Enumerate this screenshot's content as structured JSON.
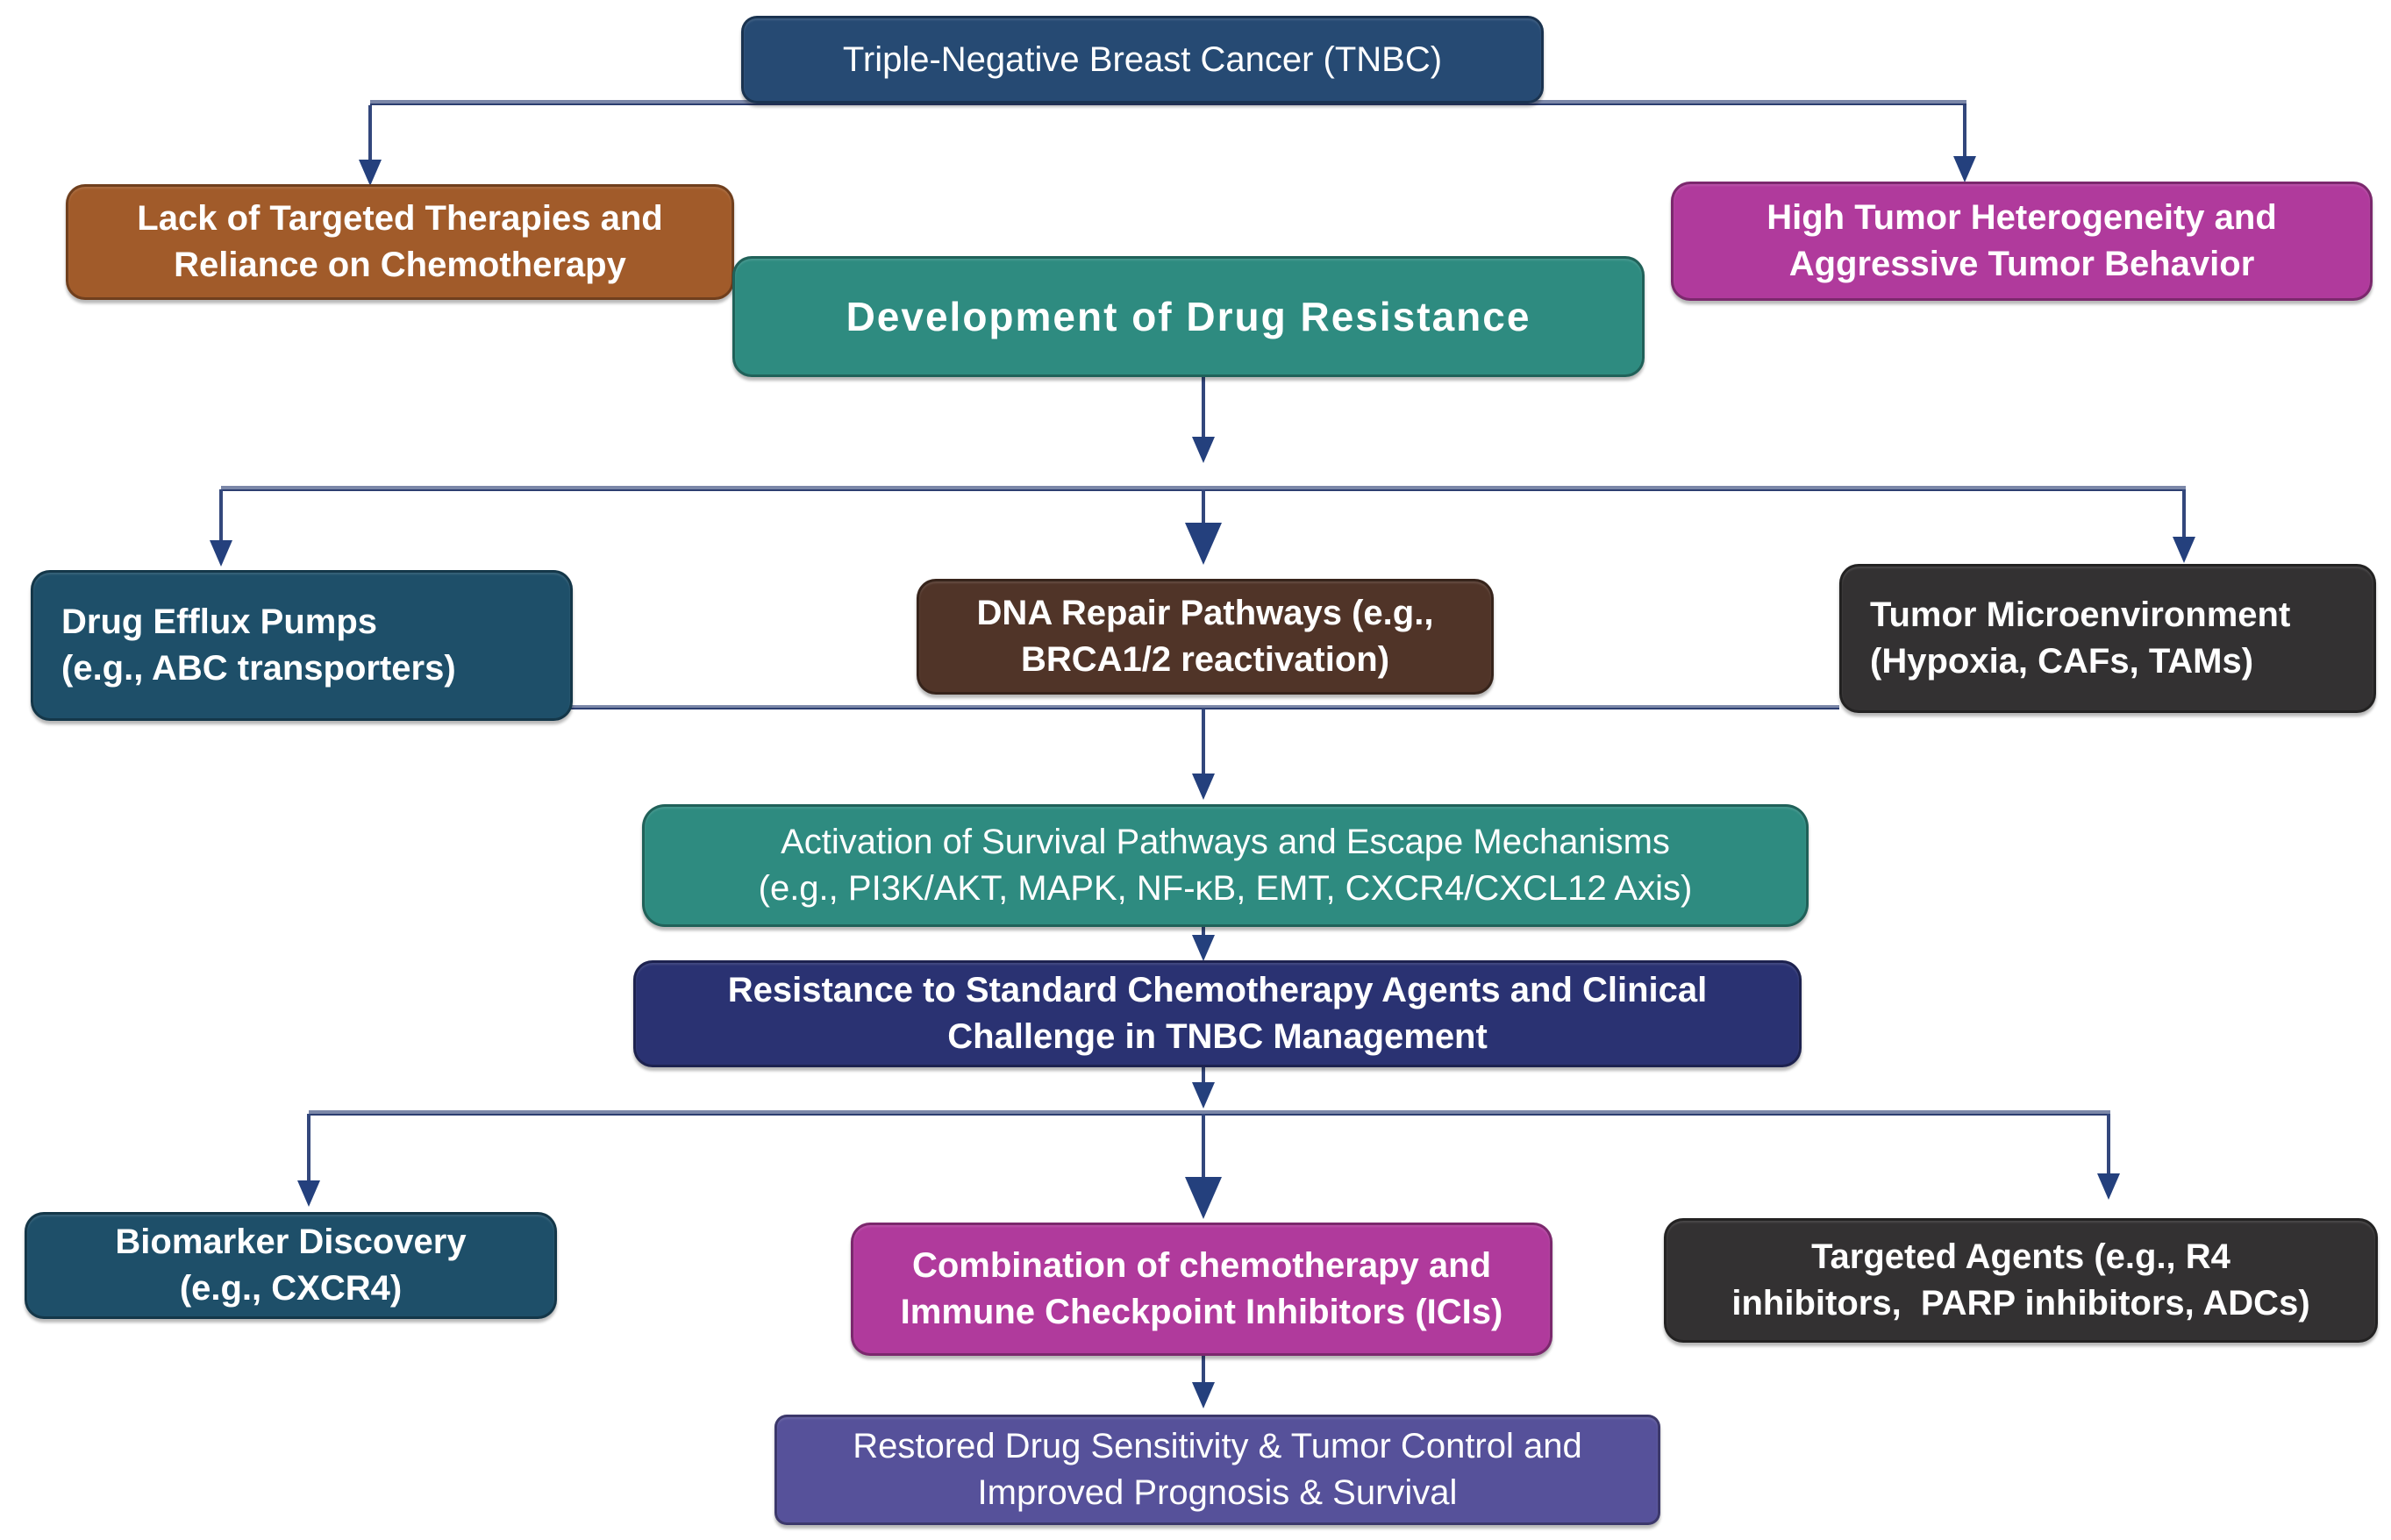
{
  "palette": {
    "connector_vertical": "#33477c",
    "connector_horizontal": "#7b87a8",
    "arrowhead": "#24407d"
  },
  "nodes": {
    "tnbc": {
      "color": "#264a73",
      "l1": "Triple-Negative Breast Cancer (TNBC)"
    },
    "lack": {
      "color": "#a15b2a",
      "l1": "Lack of Targeted Therapies and",
      "l2": "Reliance on Chemotherapy"
    },
    "heterogeneity": {
      "color": "#b03a9c",
      "l1": "High Tumor Heterogeneity and",
      "l2": "Aggressive Tumor Behavior"
    },
    "resistance_dev": {
      "color": "#2e8b80",
      "l1": "Development of Drug Resistance"
    },
    "efflux": {
      "color": "#1e4f69",
      "l1": "Drug Efflux Pumps",
      "l2": "(e.g., ABC transporters)"
    },
    "dna_repair": {
      "color": "#503428",
      "l1": "DNA Repair Pathways (e.g.,",
      "l2": "BRCA1/2 reactivation)"
    },
    "tme": {
      "color": "#333132",
      "l1": "Tumor Microenvironment",
      "l2": "(Hypoxia, CAFs, TAMs)"
    },
    "survival": {
      "color": "#2e8b80",
      "l1": "Activation of Survival Pathways and Escape Mechanisms",
      "l2": "(e.g., PI3K/AKT, MAPK, NF-κB, EMT, CXCR4/CXCL12 Axis)"
    },
    "clinical": {
      "color": "#2a3272",
      "l1": "Resistance to Standard Chemotherapy Agents and Clinical",
      "l2": "Challenge in TNBC Management"
    },
    "biomarker": {
      "color": "#1e4f69",
      "l1": "Biomarker Discovery",
      "l2": "(e.g., CXCR4)"
    },
    "combo": {
      "color": "#b03a9c",
      "l1": "Combination of chemotherapy and",
      "l2": "Immune Checkpoint Inhibitors (ICIs)"
    },
    "targeted": {
      "color": "#333132",
      "l1": "Targeted Agents (e.g., R4",
      "l2": "inhibitors,  PARP inhibitors, ADCs)"
    },
    "outcome": {
      "color": "#56519a",
      "l1": "Restored Drug Sensitivity & Tumor Control and",
      "l2": "Improved Prognosis & Survival"
    }
  }
}
